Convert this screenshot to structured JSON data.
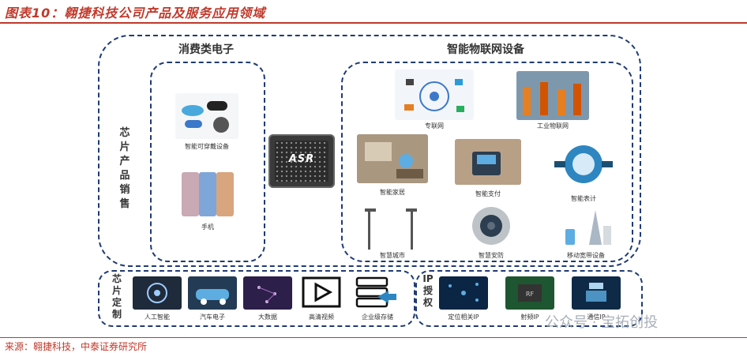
{
  "header": {
    "title": "图表10：翱捷科技公司产品及服务应用领域"
  },
  "source_text": "来源：翱捷科技，中泰证券研究所",
  "chip_label": "ASR",
  "sections": {
    "consumer": {
      "heading": "消费类电子",
      "items": [
        {
          "caption": "智能可穿戴设备"
        },
        {
          "caption": "手机"
        }
      ]
    },
    "chip_sales_label": "芯片产品销售",
    "iot": {
      "heading": "智能物联网设备",
      "items": [
        {
          "caption": "专联网"
        },
        {
          "caption": "工业物联网"
        },
        {
          "caption": "智能家居"
        },
        {
          "caption": "智能支付"
        },
        {
          "caption": "智能表计"
        },
        {
          "caption": "智慧城市"
        },
        {
          "caption": "智慧安防"
        },
        {
          "caption": "移动宽带设备"
        }
      ]
    },
    "custom": {
      "label": "芯片定制",
      "items": [
        {
          "caption": "人工智能"
        },
        {
          "caption": "汽车电子"
        },
        {
          "caption": "大数据"
        },
        {
          "caption": "高清视频"
        },
        {
          "caption": "企业级存储"
        }
      ]
    },
    "ip": {
      "label": "IP授权",
      "items": [
        {
          "caption": "定位相关IP"
        },
        {
          "caption": "射频IP"
        },
        {
          "caption": "通信IP"
        }
      ]
    }
  },
  "watermark": "公众号 · 宝拓创投"
}
